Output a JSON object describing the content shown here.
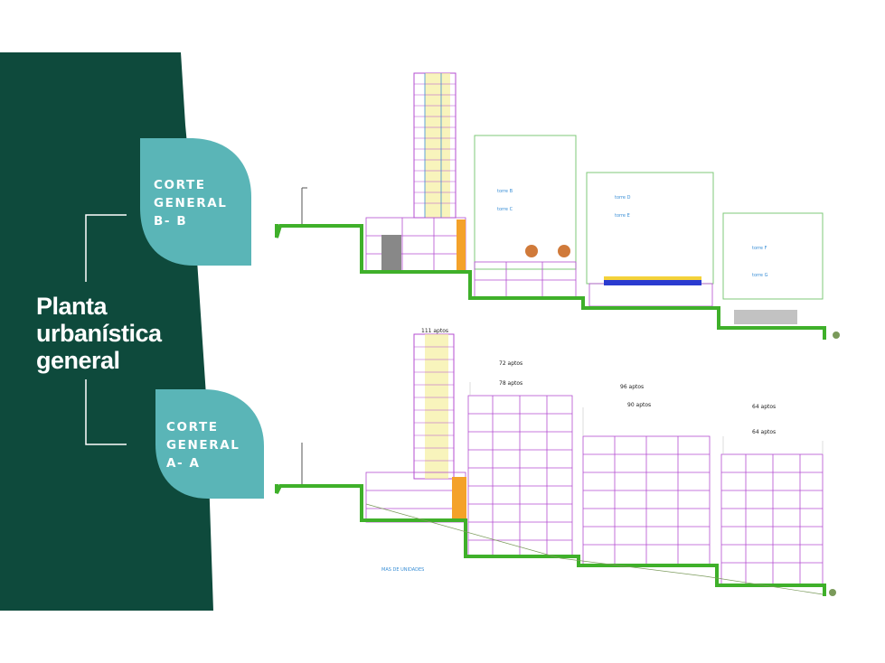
{
  "slide": {
    "title_lines": [
      "Planta",
      "urbanística",
      "general"
    ],
    "badges": [
      {
        "id": "bb",
        "lines": [
          "CORTE",
          "GENERAL",
          "B- B"
        ]
      },
      {
        "id": "aa",
        "lines": [
          "CORTE",
          "GENERAL",
          "A- A"
        ]
      }
    ]
  },
  "section_aa": {
    "unit_labels": [
      "111 aptos",
      "72 aptos",
      "78 aptos",
      "96 aptos",
      "90 aptos",
      "64 aptos",
      "64 aptos"
    ],
    "footer_label": "MAS DE UNIDADES"
  },
  "colors": {
    "panel": "#0e4a3c",
    "badge": "#5ab5b7",
    "ground": "#3fb02a",
    "structure": "#b44ed1",
    "outline": "#7fc97a"
  }
}
